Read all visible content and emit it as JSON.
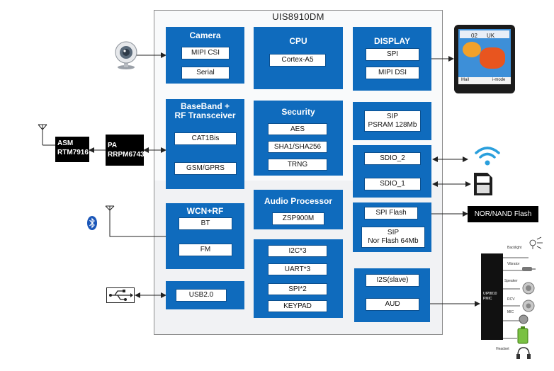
{
  "chip_title": "UIS8910DM",
  "blocks": {
    "camera": {
      "title": "Camera",
      "items": [
        "MIPI CSI",
        "Serial"
      ]
    },
    "cpu": {
      "title": "CPU",
      "items": [
        "Cortex-A5"
      ]
    },
    "display": {
      "title": "DISPLAY",
      "items": [
        "SPI",
        "MIPI DSI"
      ]
    },
    "baseband": {
      "title": "BaseBand +\nRF Transceiver",
      "items": [
        "CAT1Bis",
        "GSM/GPRS"
      ]
    },
    "security": {
      "title": "Security",
      "items": [
        "AES",
        "SHA1/SHA256",
        "TRNG"
      ]
    },
    "sip_psram": {
      "items": [
        "SIP\nPSRAM 128Mb"
      ]
    },
    "sdio": {
      "items": [
        "SDIO_2",
        "SDIO_1"
      ]
    },
    "wcn": {
      "title": "WCN+RF",
      "items": [
        "BT",
        "FM"
      ]
    },
    "audio": {
      "title": "Audio Processor",
      "items": [
        "ZSP900M"
      ]
    },
    "spi_flash": {
      "items": [
        "SPI Flash",
        "SIP\nNor Flash 64Mb"
      ]
    },
    "periph": {
      "items": [
        "I2C*3",
        "UART*3",
        "SPI*2",
        "KEYPAD"
      ]
    },
    "usb": {
      "items": [
        "USB2.0"
      ]
    },
    "i2s": {
      "items": [
        "I2S(slave)",
        "AUD"
      ]
    }
  },
  "external": {
    "asm": "ASM\nRTM7916",
    "pa": "PA\nRRPM6743",
    "nor_nand": "NOR/NAND Flash",
    "pmic_name": "UIP8810\nPMIC",
    "pmic_labels": [
      "Backlight",
      "Vibrator",
      "Speaker",
      "RCV",
      "MIC",
      "Headset"
    ],
    "phone_screen": {
      "time": "02",
      "country": "UK",
      "left_soft": "Mail",
      "right_soft": "i-mode"
    }
  },
  "colors": {
    "block": "#0f6bbd",
    "block_border": "#0b4f8e",
    "chip_bg": "#f1f2f4",
    "arrow": "#222222"
  },
  "icons": [
    "webcam-icon",
    "phone-icon",
    "antenna-icon",
    "bluetooth-icon",
    "usb-icon",
    "wifi-icon",
    "sd-card-icon",
    "battery-icon",
    "headset-icon"
  ]
}
